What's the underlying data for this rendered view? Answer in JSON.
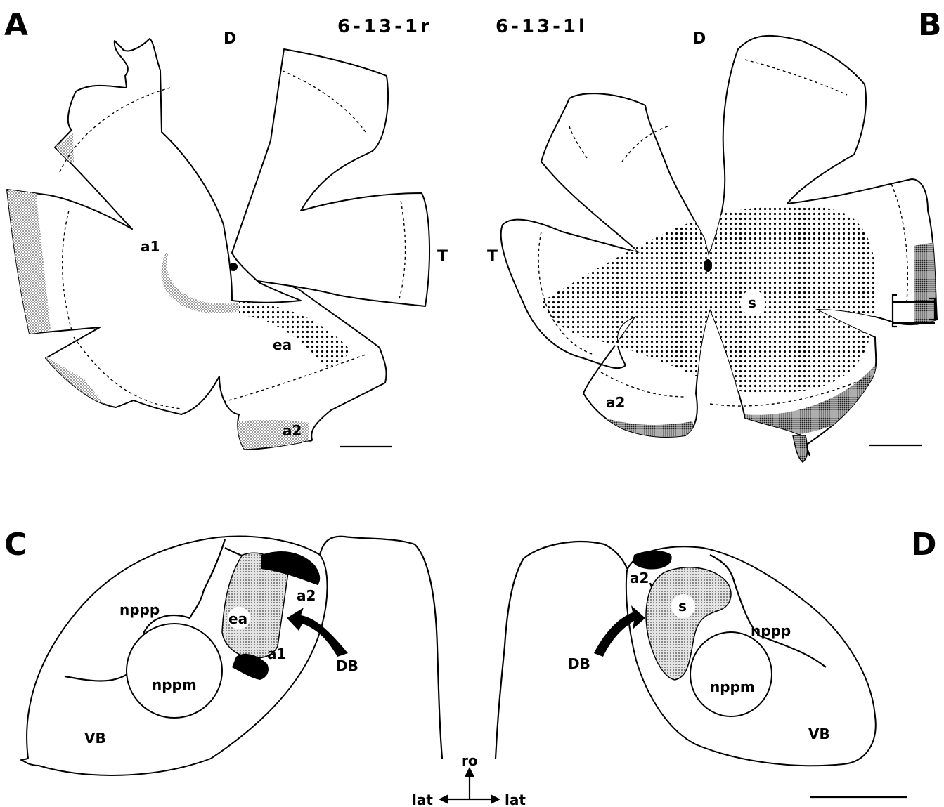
{
  "specimens": {
    "left": "6-13-1r",
    "right": "6-13-1l"
  },
  "panels": {
    "a": "A",
    "b": "B",
    "c": "C",
    "d": "D"
  },
  "retina_a": {
    "dorsal": "D",
    "temporal": "T",
    "zone_a1": "a1",
    "zone_ea": "ea",
    "zone_a2": "a2"
  },
  "retina_b": {
    "dorsal": "D",
    "temporal": "T",
    "zone_s": "s",
    "zone_a2": "a2"
  },
  "brain_c": {
    "zone_ea": "ea",
    "zone_a2": "a2",
    "zone_a1": "a1",
    "nppp": "nppp",
    "nppm": "nppm",
    "vb": "VB",
    "db": "DB"
  },
  "brain_d": {
    "zone_a2": "a2",
    "zone_s": "s",
    "nppp": "nppp",
    "nppm": "nppm",
    "vb": "VB",
    "db": "DB"
  },
  "axes": {
    "rostral": "ro",
    "lateral_left": "lat",
    "lateral_right": "lat"
  }
}
